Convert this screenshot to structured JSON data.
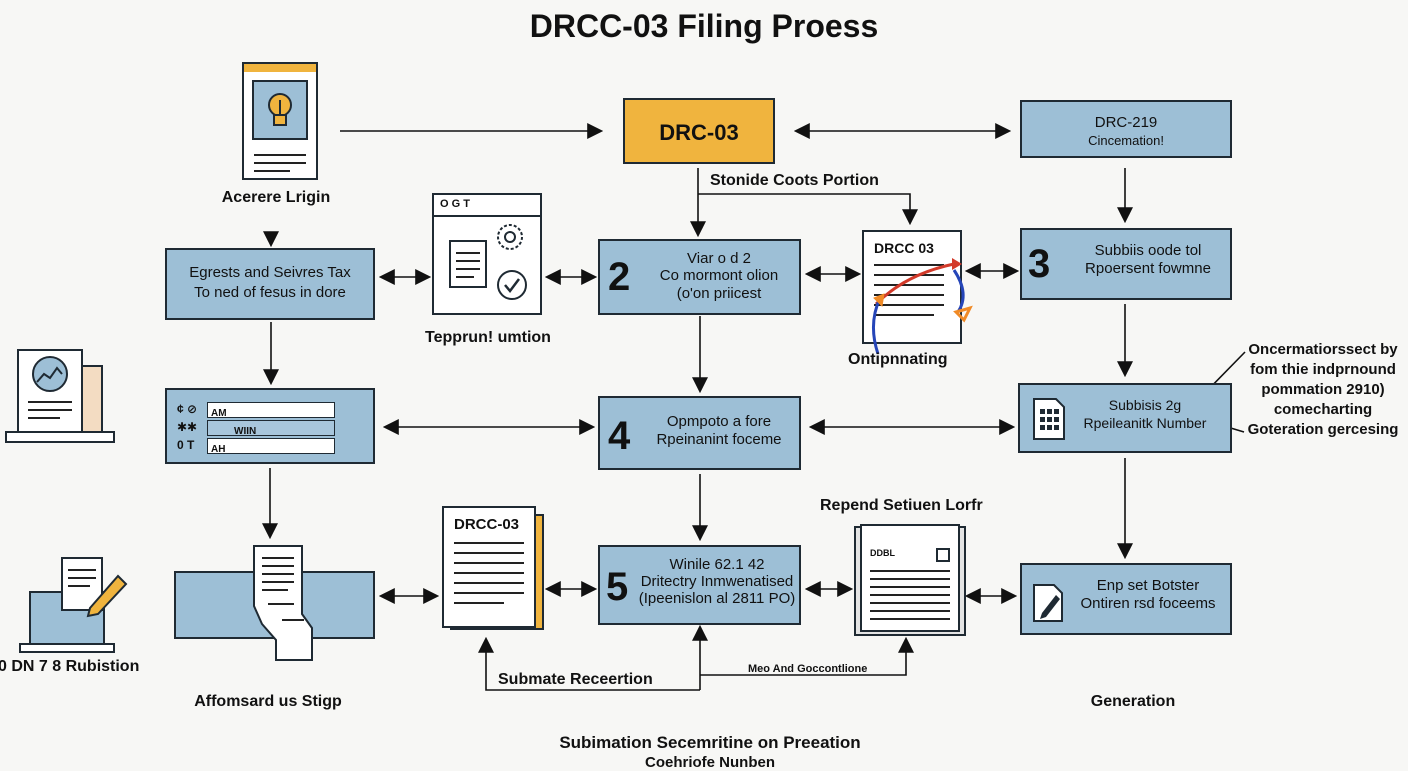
{
  "title": "DRCC-03 Filing Proess",
  "left_column": {
    "login_label": "Acerere Lrigin",
    "gst_box": {
      "line1": "Egrests and Seivres Tax",
      "line2": "To ned of fesus in dore"
    },
    "form_box": {
      "row1_prefix": "¢  ⊘",
      "row1_field": "AM",
      "row2_prefix": "✱✱",
      "row2_field": "WIIN",
      "row3_prefix": "0 T",
      "row3_field": "AH"
    },
    "bottom_box_label": "Affomsard us Stigp",
    "submission_label": "0 DN 7 8 Rubistion"
  },
  "middle_left": {
    "gst_window_title": "O G T",
    "gst_window_label": "Tepprun! umtion"
  },
  "center_column": {
    "drc_box": "DRC-03",
    "between_label": "Stonide Coots Portion",
    "step2": {
      "number": "2",
      "line1": "Viar o d 2",
      "line2": "Co mormont olion",
      "line3": "(o'on priicest"
    },
    "step4": {
      "number": "4",
      "line1": "Opmpoto a fore",
      "line2": "Rpeinanint foceme"
    },
    "step5": {
      "number": "5",
      "line1": "Winile 62.1 42",
      "line2": "Dritectry Inmwenatised",
      "line3": "(Ipeenislon al  2811 PO)"
    },
    "doc_title": "DRCC-03",
    "submit_label": "Submate Receertion",
    "mid_small_label": "Meo And Goccontlione"
  },
  "right_middle": {
    "drcc_doc_title": "DRCC 03",
    "drcc_doc_label": "Ontipnnating",
    "report_label": "Repend Setiuen Lorfr",
    "report_doc_header": "DDBL"
  },
  "right_column": {
    "drc219": {
      "line1": "DRC-219",
      "line2": "Cincemation!"
    },
    "step3": {
      "number": "3",
      "line1": "Subbiis oode tol",
      "line2": "Rpoersent fowmne"
    },
    "step_sub": {
      "line1": "Subbisis 2g",
      "line2": "Rpeileanitk Number"
    },
    "last_box": {
      "line1": "Enp set Botster",
      "line2": "Ontiren rsd foceems"
    },
    "callout": {
      "line1": "Oncermatiorssect by",
      "line2": "fom thie indprnound",
      "line3": "pommation  2910)",
      "line4": "comecharting",
      "line5": "Goteration gercesing"
    },
    "generation_label": "Generation"
  },
  "footer": {
    "line1": "Subimation Secemritine on Preeation",
    "line2": "Coehriofe Nunben"
  },
  "colors": {
    "box_fill": "#9dbfd6",
    "drc_box_fill": "#f0b43e",
    "stroke": "#1f2a33",
    "background": "#f7f7f5"
  }
}
